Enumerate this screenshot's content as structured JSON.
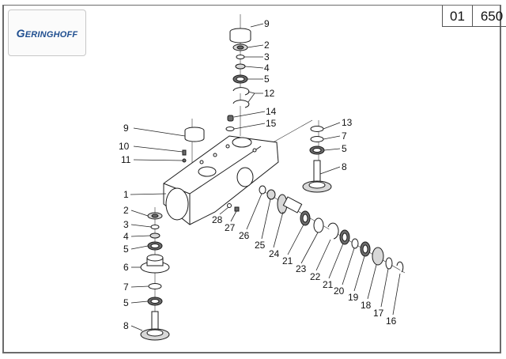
{
  "header": {
    "logo_text": "Geringhoff",
    "group_number": "01",
    "page_number": "650"
  },
  "diagram": {
    "title": "Gearbox exploded view",
    "callouts": [
      {
        "id": "c9a",
        "label": "9"
      },
      {
        "id": "c2a",
        "label": "2"
      },
      {
        "id": "c3a",
        "label": "3"
      },
      {
        "id": "c4a",
        "label": "4"
      },
      {
        "id": "c5a",
        "label": "5"
      },
      {
        "id": "c12",
        "label": "12"
      },
      {
        "id": "c14",
        "label": "14"
      },
      {
        "id": "c15",
        "label": "15"
      },
      {
        "id": "c9b",
        "label": "9"
      },
      {
        "id": "c10",
        "label": "10"
      },
      {
        "id": "c11",
        "label": "11"
      },
      {
        "id": "c1",
        "label": "1"
      },
      {
        "id": "c2b",
        "label": "2"
      },
      {
        "id": "c3b",
        "label": "3"
      },
      {
        "id": "c4b",
        "label": "4"
      },
      {
        "id": "c5b",
        "label": "5"
      },
      {
        "id": "c6",
        "label": "6"
      },
      {
        "id": "c7b",
        "label": "7"
      },
      {
        "id": "c5c",
        "label": "5"
      },
      {
        "id": "c8b",
        "label": "8"
      },
      {
        "id": "c13",
        "label": "13"
      },
      {
        "id": "c7a",
        "label": "7"
      },
      {
        "id": "c5d",
        "label": "5"
      },
      {
        "id": "c8a",
        "label": "8"
      },
      {
        "id": "c28",
        "label": "28"
      },
      {
        "id": "c27",
        "label": "27"
      },
      {
        "id": "c26",
        "label": "26"
      },
      {
        "id": "c25",
        "label": "25"
      },
      {
        "id": "c24",
        "label": "24"
      },
      {
        "id": "c21a",
        "label": "21"
      },
      {
        "id": "c23",
        "label": "23"
      },
      {
        "id": "c22",
        "label": "22"
      },
      {
        "id": "c21b",
        "label": "21"
      },
      {
        "id": "c20",
        "label": "20"
      },
      {
        "id": "c19",
        "label": "19"
      },
      {
        "id": "c18",
        "label": "18"
      },
      {
        "id": "c17",
        "label": "17"
      },
      {
        "id": "c16",
        "label": "16"
      }
    ]
  },
  "colors": {
    "brand": "#1f4e8f",
    "frame": "#6b6b6b",
    "ink": "#111111"
  }
}
